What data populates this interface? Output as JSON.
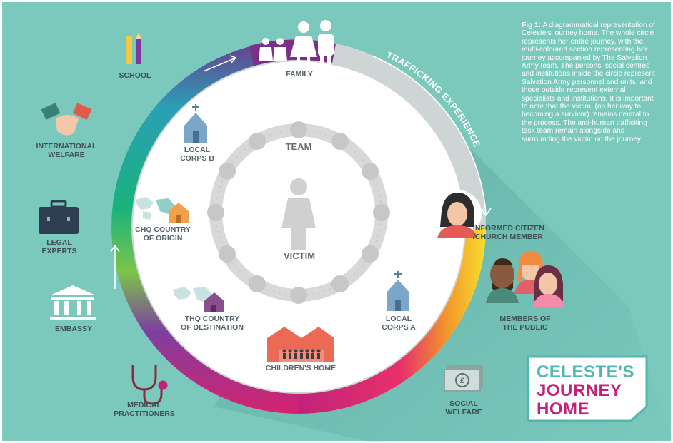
{
  "caption": {
    "lead": "Fig 1:",
    "body": "A diagrammatical representation of Celeste's journey home. The whole circle represents her entire journey, with the multi-coloured section representing her journey accompanied by The Salvation Army team. The persons, social centres and institutions inside the circle represent Salvation Army personnel and units, and those outside represent external specialists and institutions. It is important to note that the victim, (on her way to becoming a survivor) remains central to the process. The anti-human trafficking task team remain alongside and surrounding the victim on the journey."
  },
  "center": {
    "team": "TEAM",
    "victim": "VICTIM"
  },
  "arc_label": "TRAFFICKING EXPERIENCE",
  "inside_nodes": {
    "family": "FAMILY",
    "local_corps_b": [
      "LOCAL",
      "CORPS B"
    ],
    "chq": [
      "CHQ COUNTRY",
      "OF ORIGIN"
    ],
    "thq": [
      "THQ COUNTRY",
      "OF DESTINATION"
    ],
    "childrens_home": "CHILDREN'S HOME",
    "local_corps_a": [
      "LOCAL",
      "CORPS A"
    ]
  },
  "outside_nodes": {
    "school": "SCHOOL",
    "international_welfare": [
      "INTERNATIONAL",
      "WELFARE"
    ],
    "legal_experts": [
      "LEGAL",
      "EXPERTS"
    ],
    "embassy": "EMBASSY",
    "medical": [
      "MEDICAL",
      "PRACTITIONERS"
    ],
    "social_welfare": [
      "SOCIAL",
      "WELFARE"
    ],
    "members_public": [
      "MEMBERS OF",
      "THE PUBLIC"
    ],
    "informed_citizen": [
      "INFORMED CITIZEN",
      "/CHURCH MEMBER"
    ]
  },
  "logo": {
    "line1": "CELESTE'S",
    "line2": "JOURNEY",
    "line3": "HOME"
  },
  "colors": {
    "background": "#7bc8bd",
    "ring_grey": "#cfd5d4",
    "inner_white": "#ffffff",
    "team_ring": "#cfcfcf",
    "magenta": "#c1237a",
    "teal_text": "#2f4a52"
  }
}
